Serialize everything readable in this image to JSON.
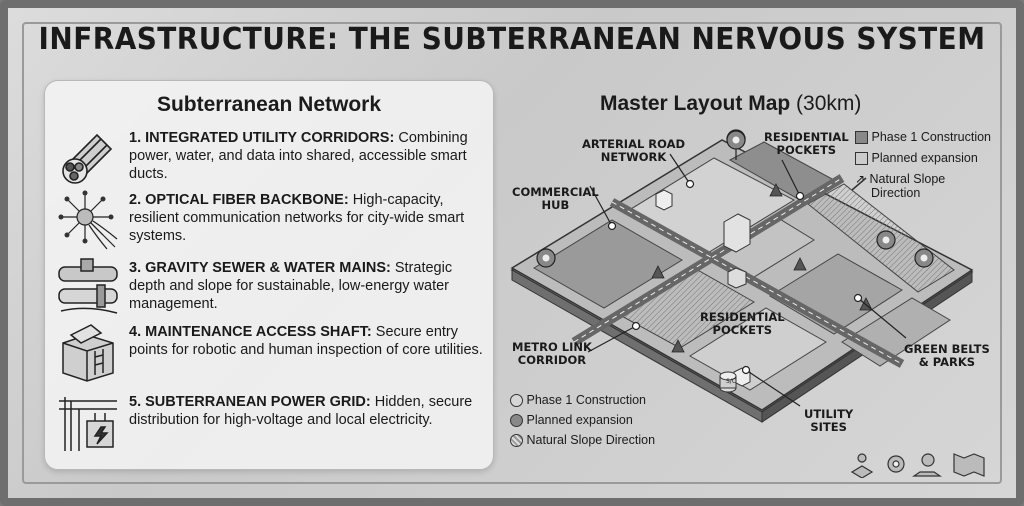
{
  "title": "INFRASTRUCTURE: THE SUBTERRANEAN NERVOUS SYSTEM",
  "left_panel": {
    "heading": "Subterranean Network",
    "items": [
      {
        "title": "1. INTEGRATED UTILITY CORRIDORS:",
        "desc": " Combining power, water, and data into shared, accessible smart ducts.",
        "icon": "utility-corridor-icon"
      },
      {
        "title": "2. OPTICAL FIBER BACKBONE:",
        "desc": " High-capacity, resilient communication networks for city-wide smart systems.",
        "icon": "optical-fiber-icon"
      },
      {
        "title": "3. GRAVITY SEWER & WATER MAINS:",
        "desc": " Strategic depth and slope for sustainable, low-energy water management.",
        "icon": "sewer-pipes-icon"
      },
      {
        "title": "4. MAINTENANCE ACCESS SHAFT:",
        "desc": " Secure entry points for robotic and human inspection of core utilities.",
        "icon": "access-shaft-icon"
      },
      {
        "title": "5. SUBTERRANEAN POWER GRID:",
        "desc": " Hidden, secure distribution for high-voltage and local electricity.",
        "icon": "power-grid-icon"
      }
    ]
  },
  "map": {
    "title_bold": "Master Layout Map",
    "title_rest": " (30km)",
    "labels": {
      "arterial": [
        "ARTERIAL ROAD",
        "NETWORK"
      ],
      "residential_top": [
        "RESIDENTIAL",
        "POCKETS"
      ],
      "commercial": [
        "COMMERCIAL",
        "HUB"
      ],
      "residential_mid": [
        "RESIDENTIAL",
        "POCKETS"
      ],
      "metro": [
        "METRO LINK",
        "CORRIDOR"
      ],
      "green": [
        "GREEN BELTS",
        "& PARKS"
      ],
      "utility": [
        "UTILITY",
        "SITES"
      ]
    },
    "legend_top": [
      "Phase 1 Construction",
      "Planned expansion",
      "Natural Slope",
      "Direction"
    ],
    "legend_bottom": [
      "Phase 1 Construction",
      "Planned expansion",
      "Natural Slope Direction"
    ],
    "utility_tag": "S/C"
  }
}
